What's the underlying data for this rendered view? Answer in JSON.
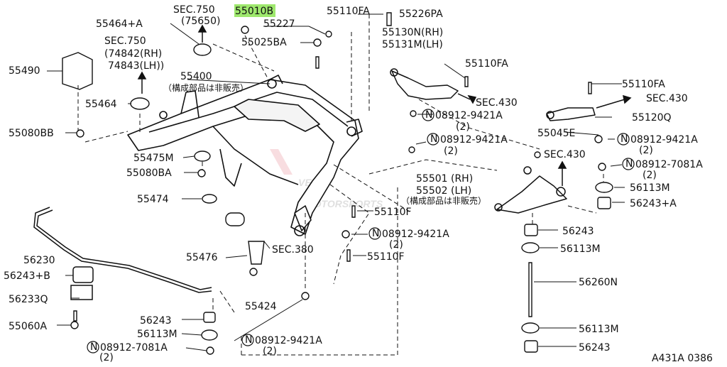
{
  "diagram": {
    "highlighted_part": "55010B",
    "watermark": {
      "main": "VEGA",
      "sub": "MOTORSPORTS"
    },
    "labels": {
      "sec750_a": "SEC.750",
      "sec750_a_ref": "(75650)",
      "p55464a": "55464+A",
      "sec750_b": "SEC.750",
      "sec750_b_rh": "(74842(RH)",
      "sec750_b_lh": "74843(LH))",
      "p55490": "55490",
      "p55464": "55464",
      "p55400": "55400",
      "p55400_note": "（構成部品は非販売）",
      "p55080bb": "55080BB",
      "p55475m": "55475M",
      "p55080ba": "55080BA",
      "p55474": "55474",
      "p55227": "55227",
      "p55025ba": "55025BA",
      "p55110fa_top": "55110FA",
      "p55226pa": "55226PA",
      "p55130n": "55130N(RH)",
      "p55131m": "55131M(LH)",
      "p55110fa_mid": "55110FA",
      "sec430_a": "SEC.430",
      "n_9421a_1": "08912-9421A",
      "n_9421a_1_q": "(2)",
      "p55110fa_right": "55110FA",
      "sec430_b": "SEC.430",
      "p55120q": "55120Q",
      "p55045e": "55045E",
      "n_9421a_2": "08912-9421A",
      "n_9421a_2_q": "(2)",
      "n_9421a_3": "08912-9421A",
      "n_9421a_3_q": "(2)",
      "sec430_c": "SEC.430",
      "n_7081a_1": "08912-7081A",
      "n_7081a_1_q": "(2)",
      "p55501": "55501 (RH)",
      "p55502": "55502 (LH)",
      "p5550x_note": "（構成部品は非販売）",
      "p56113m_1": "56113M",
      "p56243a": "56243+A",
      "p55110f_1": "55110F",
      "n_9421a_4": "08912-9421A",
      "n_9421a_4_q": "(2)",
      "p56243_1": "56243",
      "p56113m_2": "56113M",
      "p56230": "56230",
      "p56243b": "56243+B",
      "p56233q": "56233Q",
      "p55060a": "55060A",
      "p55476": "55476",
      "sec380": "SEC.380",
      "p55110f_2": "55110F",
      "p56260n": "56260N",
      "p55424": "55424",
      "p56243_2": "56243",
      "p56113m_3": "56113M",
      "n_7081a_2": "08912-7081A",
      "n_7081a_2_q": "(2)",
      "n_9421a_5": "08912-9421A",
      "n_9421a_5_q": "(2)",
      "p56113m_4": "56113M",
      "p56243_3": "56243",
      "ref_code": "A431A 0386"
    }
  }
}
